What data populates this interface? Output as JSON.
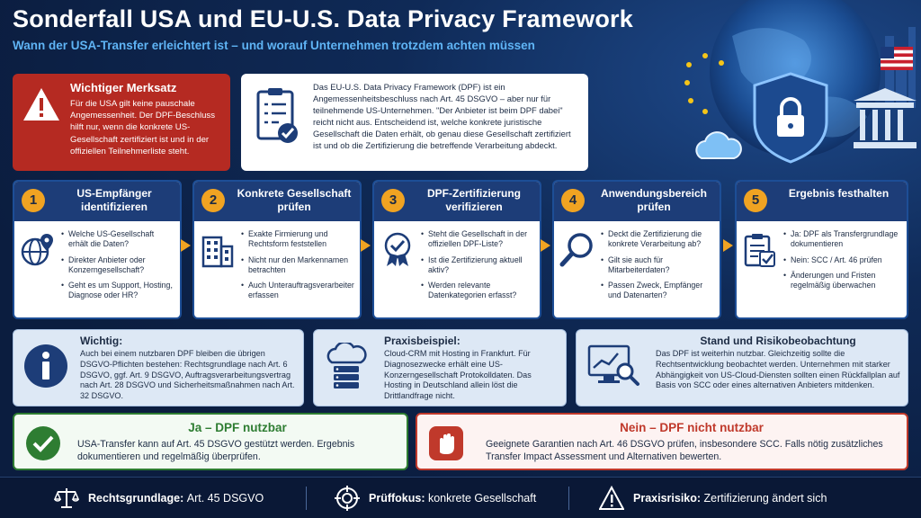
{
  "header": {
    "title": "Sonderfall USA und EU-U.S. Data Privacy Framework",
    "subtitle": "Wann der USA-Transfer erleichtert ist – und worauf Unternehmen trotzdem achten müssen"
  },
  "merksatz": {
    "title": "Wichtiger Merksatz",
    "text": "Für die USA gilt keine pauschale Angemessenheit. Der DPF-Beschluss hilft nur, wenn die konkrete US-Gesellschaft zertifiziert ist und in der offiziellen Teilnehmerliste steht."
  },
  "dpf_info": {
    "text": "Das EU-U.S. Data Privacy Framework (DPF) ist ein Angemessenheitsbeschluss nach Art. 45 DSGVO – aber nur für teilnehmende US-Unternehmen. \"Der Anbieter ist beim DPF dabei\" reicht nicht aus. Entscheidend ist, welche konkrete juristische Gesellschaft die Daten erhält, ob genau diese Gesellschaft zertifiziert ist und ob die Zertifizierung die betreffende Verarbeitung abdeckt."
  },
  "steps": [
    {
      "num": "1",
      "title": "US-Empfänger identifizieren",
      "icon": "globe-pin-icon",
      "bullets": [
        "Welche US-Gesellschaft erhält die Daten?",
        "Direkter Anbieter oder Konzerngesellschaft?",
        "Geht es um Support, Hosting, Diagnose oder HR?"
      ]
    },
    {
      "num": "2",
      "title": "Konkrete Gesellschaft prüfen",
      "icon": "building-icon",
      "bullets": [
        "Exakte Firmierung und Rechtsform feststellen",
        "Nicht nur den Markennamen betrachten",
        "Auch Unterauftragsverarbeiter erfassen"
      ]
    },
    {
      "num": "3",
      "title": "DPF-Zertifizierung verifizieren",
      "icon": "certificate-badge-icon",
      "bullets": [
        "Steht die Gesellschaft in der offiziellen DPF-Liste?",
        "Ist die Zertifizierung aktuell aktiv?",
        "Werden relevante Datenkategorien erfasst?"
      ]
    },
    {
      "num": "4",
      "title": "Anwendungsbereich prüfen",
      "icon": "magnifier-icon",
      "bullets": [
        "Deckt die Zertifizierung die konkrete Verarbeitung ab?",
        "Gilt sie auch für Mitarbeiterdaten?",
        "Passen Zweck, Empfänger und Datenarten?"
      ]
    },
    {
      "num": "5",
      "title": "Ergebnis festhalten",
      "icon": "checklist-icon",
      "bullets": [
        "Ja: DPF als Transfergrundlage dokumentieren",
        "Nein: SCC / Art. 46 prüfen",
        "Änderungen und Fristen regelmäßig überwachen"
      ]
    }
  ],
  "wichtig": {
    "title": "Wichtig:",
    "text": "Auch bei einem nutzbaren DPF bleiben die übrigen DSGVO-Pflichten bestehen: Rechtsgrundlage nach Art. 6 DSGVO, ggf. Art. 9 DSGVO, Auftragsverarbeitungsvertrag nach Art. 28 DSGVO und Sicherheitsmaßnahmen nach Art. 32 DSGVO."
  },
  "praxis": {
    "title": "Praxisbeispiel:",
    "text": "Cloud-CRM mit Hosting in Frankfurt. Für Diagnosezwecke erhält eine US-Konzerngesellschaft Protokolldaten. Das Hosting in Deutschland allein löst die Drittlandfrage nicht."
  },
  "stand": {
    "title": "Stand und Risikobeobachtung",
    "text": "Das DPF ist weiterhin nutzbar. Gleichzeitig sollte die Rechtsentwicklung beobachtet werden. Unternehmen mit starker Abhängigkeit von US-Cloud-Diensten sollten einen Rückfallplan auf Basis von SCC oder eines alternativen Anbieters mitdenken."
  },
  "ja": {
    "title": "Ja – DPF nutzbar",
    "text": "USA-Transfer kann auf Art. 45 DSGVO gestützt werden. Ergebnis dokumentieren und regelmäßig überprüfen."
  },
  "nein": {
    "title": "Nein – DPF nicht nutzbar",
    "text": "Geeignete Garantien nach Art. 46 DSGVO prüfen, insbesondere SCC. Falls nötig zusätzliches Transfer Impact Assessment und Alternativen bewerten."
  },
  "footer": [
    {
      "label": "Rechtsgrundlage:",
      "value": "Art. 45 DSGVO",
      "icon": "scales-icon"
    },
    {
      "label": "Prüffokus:",
      "value": "konkrete Gesellschaft",
      "icon": "crosshair-icon"
    },
    {
      "label": "Praxisrisiko:",
      "value": "Zertifizierung ändert sich",
      "icon": "warning-icon"
    }
  ],
  "colors": {
    "navy": "#0d2147",
    "red": "#b52a22",
    "green": "#2e7d32",
    "orange": "#f0a322",
    "blue": "#1d3d78"
  }
}
